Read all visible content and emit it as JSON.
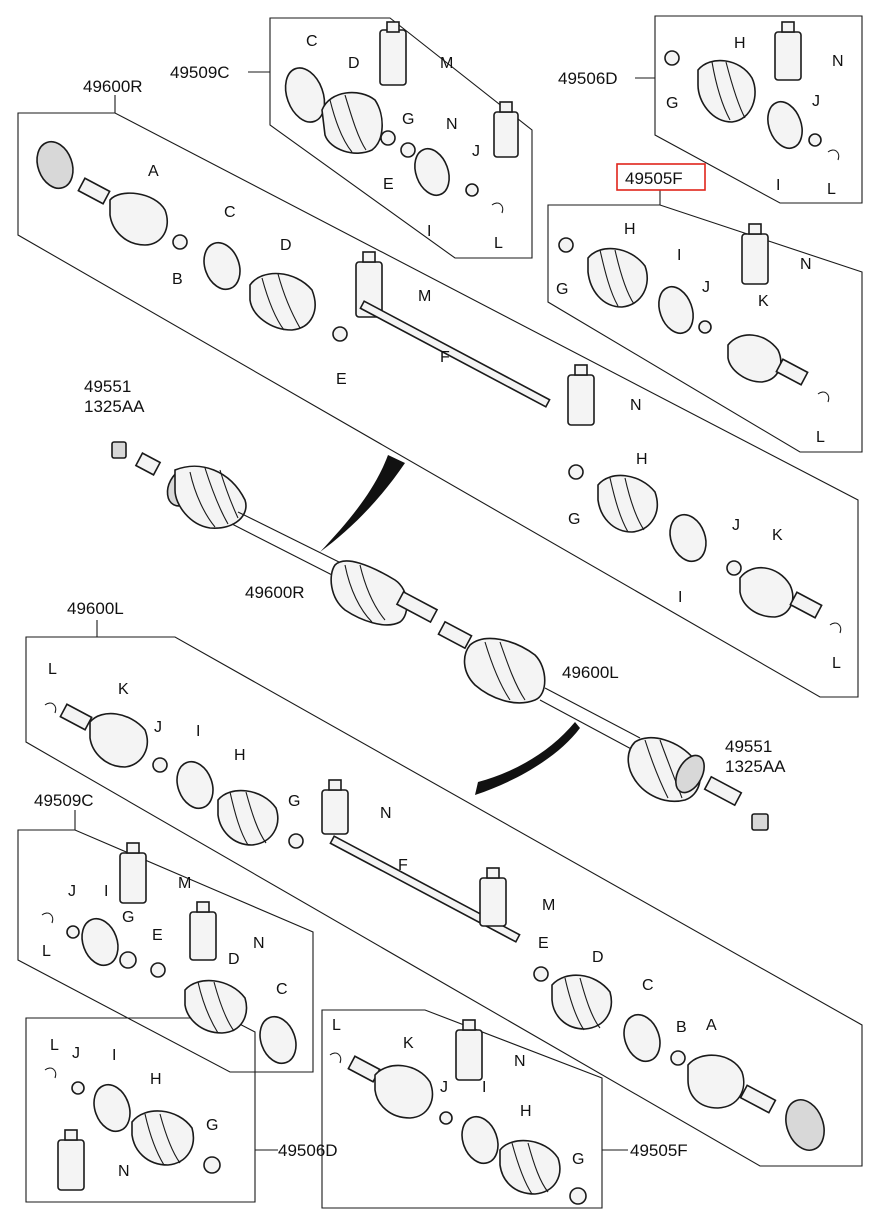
{
  "refs": {
    "r49600R_top": "49600R",
    "r49509C_top": "49509C",
    "r49506D_top": "49506D",
    "r49505F_top": "49505F",
    "r49551_left_a": "49551",
    "r49551_left_b": "1325AA",
    "r49600R_mid": "49600R",
    "r49600L_left": "49600L",
    "r49600L_mid": "49600L",
    "r49551_right_a": "49551",
    "r49551_right_b": "1325AA",
    "r49509C_bot": "49509C",
    "r49506D_bot": "49506D",
    "r49505F_bot": "49505F"
  },
  "letters": {
    "A": "A",
    "B": "B",
    "C": "C",
    "D": "D",
    "E": "E",
    "F": "F",
    "G": "G",
    "H": "H",
    "I": "I",
    "J": "J",
    "K": "K",
    "L": "L",
    "M": "M",
    "N": "N"
  },
  "colors": {
    "highlight": "#e0241b",
    "line": "#1a1a1a"
  }
}
